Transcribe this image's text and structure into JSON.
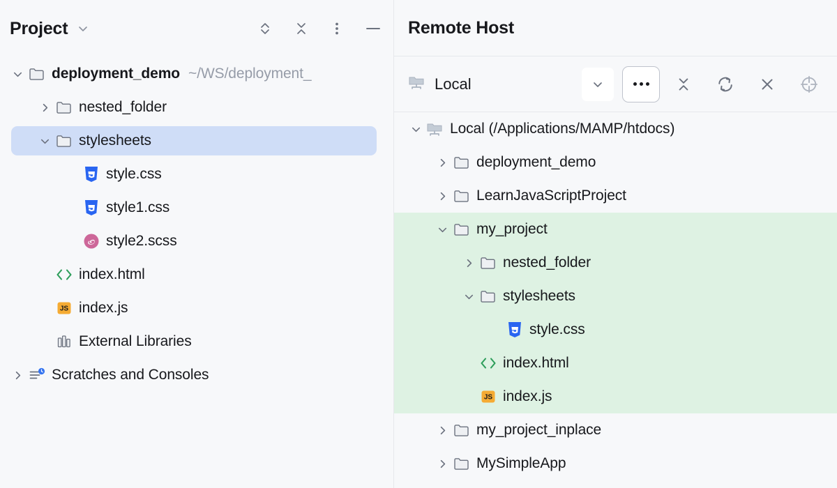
{
  "colors": {
    "background": "#F7F8FA",
    "divider": "#E6E8EC",
    "selection_blue": "#CFDDF7",
    "highlight_green": "#DEF2E3",
    "text": "#17181C",
    "muted_text": "#969CA8",
    "css_icon": "#2965F1",
    "scss_icon": "#CD6799",
    "html_icon": "#2E9E5B",
    "js_icon": "#F5AB33"
  },
  "project_panel": {
    "title": "Project",
    "title_chevron_icon": "chevron-down-icon",
    "toolbar": [
      {
        "name": "expand-collapse-icon",
        "title": "Expand/Collapse"
      },
      {
        "name": "collapse-all-icon",
        "title": "Collapse All"
      },
      {
        "name": "more-options-icon",
        "title": "Options"
      },
      {
        "name": "minimize-icon",
        "title": "Hide"
      }
    ],
    "tree": [
      {
        "label": "deployment_demo",
        "path_hint": "~/WS/deployment_",
        "icon": "folder-icon",
        "twisty": "expanded",
        "depth": 0,
        "bold": true,
        "selected": false
      },
      {
        "label": "nested_folder",
        "path_hint": "",
        "icon": "folder-icon",
        "twisty": "collapsed",
        "depth": 1,
        "bold": false,
        "selected": false
      },
      {
        "label": "stylesheets",
        "path_hint": "",
        "icon": "folder-icon",
        "twisty": "expanded",
        "depth": 1,
        "bold": false,
        "selected": true
      },
      {
        "label": "style.css",
        "path_hint": "",
        "icon": "css-file-icon",
        "twisty": "none",
        "depth": 2,
        "bold": false,
        "selected": false
      },
      {
        "label": "style1.css",
        "path_hint": "",
        "icon": "css-file-icon",
        "twisty": "none",
        "depth": 2,
        "bold": false,
        "selected": false
      },
      {
        "label": "style2.scss",
        "path_hint": "",
        "icon": "scss-file-icon",
        "twisty": "none",
        "depth": 2,
        "bold": false,
        "selected": false
      },
      {
        "label": "index.html",
        "path_hint": "",
        "icon": "html-file-icon",
        "twisty": "none",
        "depth": 1,
        "bold": false,
        "selected": false
      },
      {
        "label": "index.js",
        "path_hint": "",
        "icon": "js-file-icon",
        "twisty": "none",
        "depth": 1,
        "bold": false,
        "selected": false
      },
      {
        "label": "External Libraries",
        "path_hint": "",
        "icon": "external-libraries-icon",
        "twisty": "none",
        "depth": 1,
        "bold": false,
        "selected": false
      },
      {
        "label": "Scratches and Consoles",
        "path_hint": "",
        "icon": "scratches-icon",
        "twisty": "collapsed",
        "depth": 0,
        "bold": false,
        "selected": false
      }
    ]
  },
  "remote_panel": {
    "title": "Remote Host",
    "toolbar": {
      "server_name": "Local",
      "server_icon": "remote-server-folder-icon",
      "dropdown_icon": "chevron-down-icon",
      "more_label": "...",
      "actions": [
        {
          "name": "collapse-all-icon",
          "title": "Collapse All"
        },
        {
          "name": "refresh-icon",
          "title": "Refresh"
        },
        {
          "name": "close-icon",
          "title": "Close"
        },
        {
          "name": "target-icon",
          "title": "Locate"
        }
      ]
    },
    "tree": [
      {
        "label": "Local (/Applications/MAMP/htdocs)",
        "icon": "remote-server-folder-icon",
        "twisty": "expanded",
        "depth": 0,
        "highlight": false
      },
      {
        "label": "deployment_demo",
        "icon": "folder-icon",
        "twisty": "collapsed",
        "depth": 1,
        "highlight": false
      },
      {
        "label": "LearnJavaScriptProject",
        "icon": "folder-icon",
        "twisty": "collapsed",
        "depth": 1,
        "highlight": false
      },
      {
        "label": "my_project",
        "icon": "folder-icon",
        "twisty": "expanded",
        "depth": 1,
        "highlight": true
      },
      {
        "label": "nested_folder",
        "icon": "folder-icon",
        "twisty": "collapsed",
        "depth": 2,
        "highlight": true
      },
      {
        "label": "stylesheets",
        "icon": "folder-icon",
        "twisty": "expanded",
        "depth": 2,
        "highlight": true
      },
      {
        "label": "style.css",
        "icon": "css-file-icon",
        "twisty": "none",
        "depth": 3,
        "highlight": true
      },
      {
        "label": "index.html",
        "icon": "html-file-icon",
        "twisty": "none",
        "depth": 2,
        "highlight": true
      },
      {
        "label": "index.js",
        "icon": "js-file-icon",
        "twisty": "none",
        "depth": 2,
        "highlight": true
      },
      {
        "label": "my_project_inplace",
        "icon": "folder-icon",
        "twisty": "collapsed",
        "depth": 1,
        "highlight": false
      },
      {
        "label": "MySimpleApp",
        "icon": "folder-icon",
        "twisty": "collapsed",
        "depth": 1,
        "highlight": false
      }
    ]
  }
}
